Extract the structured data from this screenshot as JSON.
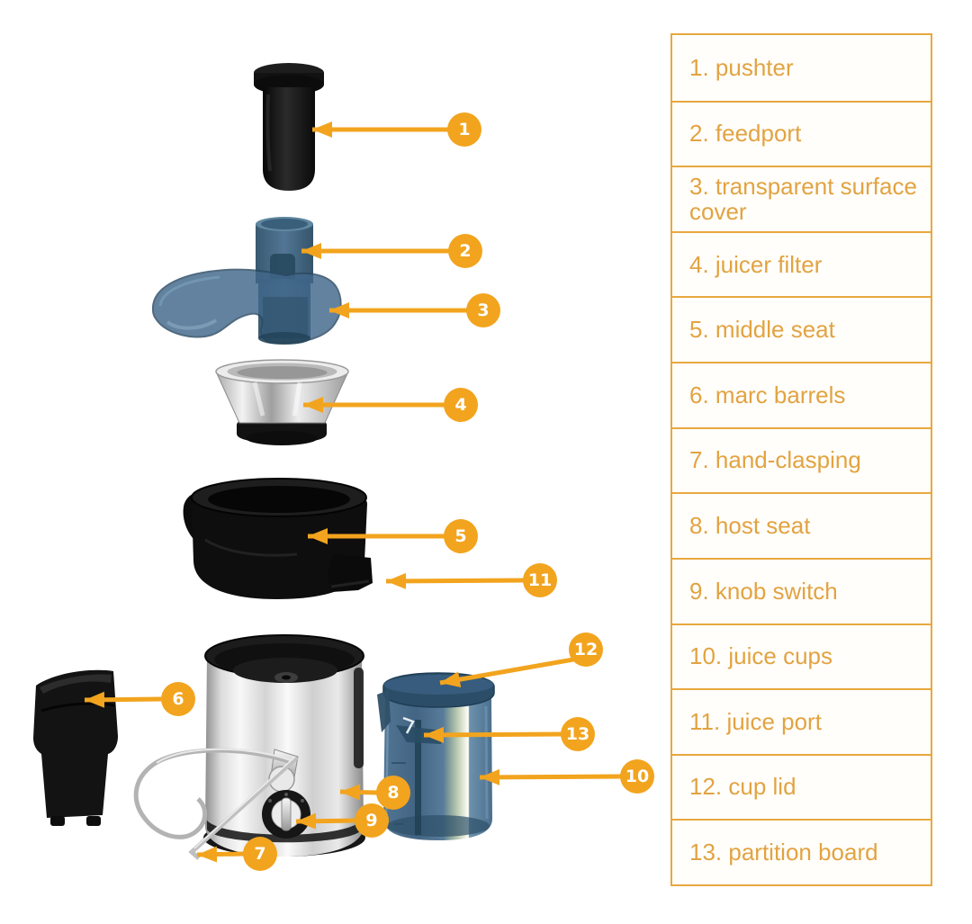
{
  "legend": {
    "rows": [
      {
        "label": "1. pushter"
      },
      {
        "label": "2. feedport"
      },
      {
        "label": "3. transparent surface cover"
      },
      {
        "label": "4. juicer filter"
      },
      {
        "label": "5. middle seat"
      },
      {
        "label": "6. marc barrels"
      },
      {
        "label": "7. hand-clasping"
      },
      {
        "label": "8. host seat"
      },
      {
        "label": "9. knob switch"
      },
      {
        "label": "10. juice cups"
      },
      {
        "label": "11. juice port"
      },
      {
        "label": "12. cup lid"
      },
      {
        "label": "13. partition board"
      }
    ]
  },
  "diagram": {
    "badges": [
      {
        "number": "1"
      },
      {
        "number": "2"
      },
      {
        "number": "3"
      },
      {
        "number": "4"
      },
      {
        "number": "5"
      },
      {
        "number": "6"
      },
      {
        "number": "7"
      },
      {
        "number": "8"
      },
      {
        "number": "9"
      },
      {
        "number": "10"
      },
      {
        "number": "11"
      },
      {
        "number": "12"
      },
      {
        "number": "13"
      }
    ]
  },
  "colors": {
    "accent_orange": "#F2A41E",
    "table_border": "#E8A83E",
    "table_text": "#E2A341",
    "translucent_blue": "#3E6484",
    "lid_blue": "#2B4D68",
    "steel_gray": "#d9d9d9",
    "part_black": "#141414",
    "background": "#ffffff"
  }
}
